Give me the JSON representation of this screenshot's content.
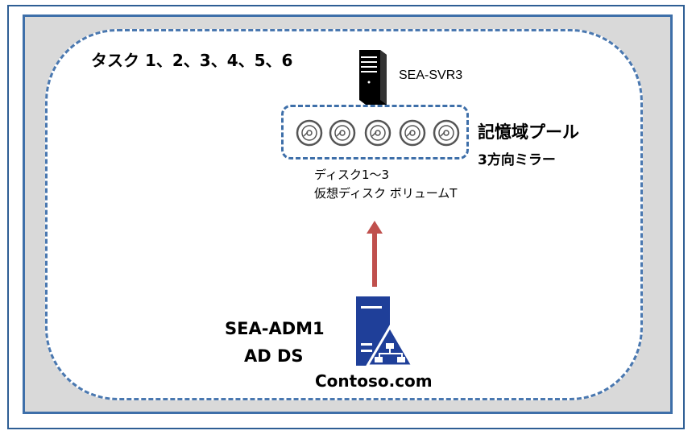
{
  "diagram": {
    "task_title": "タスク 1、2、3、4、5、6",
    "server_name": "SEA-SVR3",
    "pool_label": "記憶域プール",
    "mirror_label": "3方向ミラー",
    "disk_label": "ディスク1～3",
    "vdisk_label": "仮想ディスク ボリュームT",
    "admin_name": "SEA-ADM1",
    "adds_label": "AD DS",
    "domain": "Contoso.com",
    "disk_count": 5,
    "icons": [
      "server-tower-icon",
      "disk-icon",
      "arrow-up-icon",
      "domain-controller-icon"
    ],
    "colors": {
      "frame_border": "#2e5e94",
      "dashed_border": "#4a78b0",
      "background_gray": "#d9d9d9",
      "arrow": "#c0504d",
      "dc_icon": "#1f3f99"
    }
  }
}
